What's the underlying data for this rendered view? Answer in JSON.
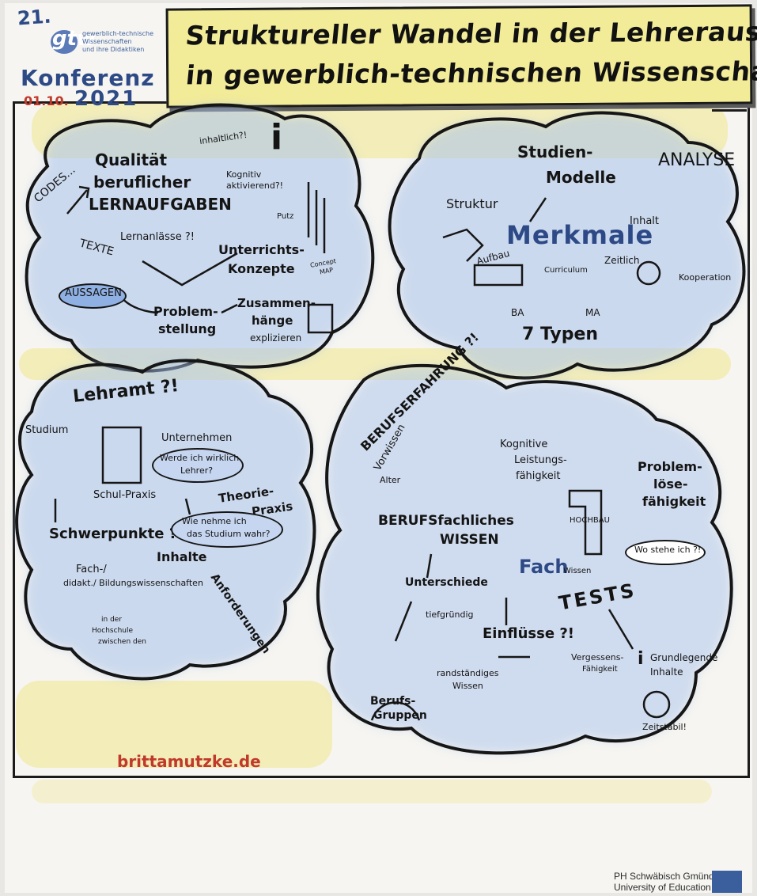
{
  "conference": {
    "number": "21.",
    "org": "gtw",
    "org_lines": [
      "gewerblich-technische",
      "Wissenschaften",
      "und ihre Didaktiken"
    ],
    "name": "Konferenz",
    "year": "2021",
    "date": "01.10."
  },
  "title": {
    "line1": "Struktureller Wandel in der Lehrerausbildung",
    "line2": "in gewerblich-technischen Wissenschaften"
  },
  "cloud_top_left": {
    "heading": [
      "Qualität",
      "beruflicher",
      "LERNAUFGABEN"
    ],
    "codes": "CODES...",
    "texte": "TEXTE",
    "lernanlaesse": "Lernanlässe ?!",
    "aussagen": "AUSSAGEN",
    "inhaltlich": "inhaltlich?!",
    "kognitiv": [
      "Kognitiv",
      "aktivierend?!"
    ],
    "putz": "Putz",
    "unterrichts": [
      "Unterrichts-",
      "Konzepte"
    ],
    "concept_map": [
      "Concept",
      "MAP"
    ],
    "problem": [
      "Problem-",
      "stellung"
    ],
    "zusammen": [
      "Zusammen-",
      "hänge",
      "explizieren"
    ]
  },
  "cloud_top_right": {
    "studien": [
      "Studien-",
      "Modelle"
    ],
    "analyse": "ANALYSE",
    "struktur": "Struktur",
    "merkmale": "Merkmale",
    "inhalt": "Inhalt",
    "aufbau": "Aufbau",
    "curriculum": "Curriculum",
    "zeitlich": "Zeitlich",
    "kooperation": "Kooperation",
    "ba": "BA",
    "ma": "MA",
    "typen": "7 Typen"
  },
  "cloud_bottom_left": {
    "lehramt": "Lehramt ?!",
    "studium": "Studium",
    "unternehmen": "Unternehmen",
    "werde_ich": [
      "Werde ich wirklich",
      "Lehrer?"
    ],
    "schul_praxis": "Schul-Praxis",
    "theorie": [
      "Theorie-",
      "Praxis"
    ],
    "schwerpunkte": "Schwerpunkte ?!",
    "wie_nehme": [
      "Wie nehme ich",
      "das Studium wahr?"
    ],
    "inhalte": "Inhalte",
    "fach": [
      "Fach-/",
      "didakt./ Bildungswissenschaften"
    ],
    "anforderungen": "Anforderungen",
    "hochschule": [
      "in der",
      "Hochschule",
      "zwischen den"
    ]
  },
  "cloud_bottom_right": {
    "berufserfahrung": "BERUFSERFAHRUNG ?!",
    "vorwissen": "Vorwissen",
    "alter": "Alter",
    "kognitive": [
      "Kognitive",
      "Leistungs-",
      "fähigkeit"
    ],
    "problem_loese": [
      "Problem-",
      "löse-",
      "fähigkeit"
    ],
    "beruf": "BERUFSfachliches",
    "wissen": "WISSEN",
    "hochbau": "HOCHBAU",
    "wo_stehe": "Wo stehe ich ?!",
    "fach_wissen": "Fach",
    "fach_wissen_small": "Wissen",
    "unterschiede": "Unterschiede",
    "tests": "TESTS",
    "tiefgruendig": "tiefgründig",
    "einfluesse": "Einflüsse ?!",
    "vergessens": [
      "Vergessens-",
      "Fähigkeit"
    ],
    "randstaendig": [
      "randständiges",
      "Wissen"
    ],
    "berufsgruppen": [
      "Berufs-",
      "Gruppen"
    ],
    "grundlegende": [
      "Grundlegende",
      "Inhalte"
    ],
    "zeitstabil": "Zeitstabil!"
  },
  "signature": "brittamutzke.de",
  "footer": {
    "line1": "PH Schwäbisch Gmünd",
    "line2": "University of Education"
  },
  "colors": {
    "paper": "#f6f5f1",
    "yellow": "#f2eb98",
    "blue_wash": "#a9c3ec",
    "ink": "#141414",
    "red": "#c0392b",
    "logo_blue": "#3b5f9c"
  }
}
